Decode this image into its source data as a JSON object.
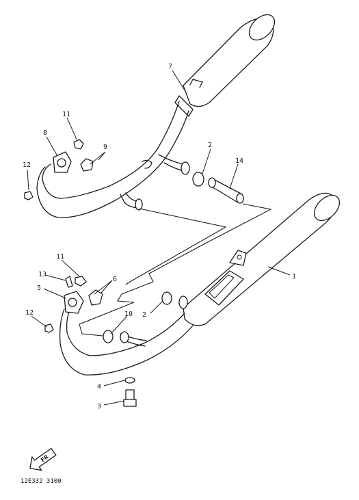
{
  "diagram": {
    "callouts": [
      {
        "id": "c7",
        "label": "7"
      },
      {
        "id": "c11a",
        "label": "11"
      },
      {
        "id": "c8",
        "label": "8"
      },
      {
        "id": "c9",
        "label": "9"
      },
      {
        "id": "c12a",
        "label": "12"
      },
      {
        "id": "c2a",
        "label": "2"
      },
      {
        "id": "c14",
        "label": "14"
      },
      {
        "id": "c1",
        "label": "1"
      },
      {
        "id": "c11b",
        "label": "11"
      },
      {
        "id": "c13",
        "label": "13"
      },
      {
        "id": "c6",
        "label": "6"
      },
      {
        "id": "c5",
        "label": "5"
      },
      {
        "id": "c10",
        "label": "10"
      },
      {
        "id": "c2b",
        "label": "2"
      },
      {
        "id": "c12b",
        "label": "12"
      },
      {
        "id": "c4",
        "label": "4"
      },
      {
        "id": "c3",
        "label": "3"
      }
    ],
    "direction_label": "FR",
    "drawing_code": "12E332 3100"
  }
}
